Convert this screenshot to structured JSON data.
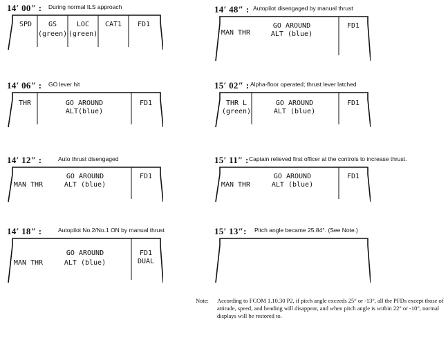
{
  "panels": [
    {
      "time": "14′ 00″ :",
      "caption": "During normal ILS approach",
      "modes": {
        "spd": "SPD",
        "gs": "GS",
        "gs_color": "(green)",
        "loc": "LOC",
        "loc_color": "(green)",
        "cat": "CAT1",
        "fd": "FD1"
      }
    },
    {
      "time": "14′ 06″ :",
      "caption": "GO lever hit",
      "modes": {
        "thrust": "THR",
        "vertical": "GO AROUND",
        "lateral": "ALT(blue)",
        "fd": "FD1"
      }
    },
    {
      "time": "14′ 12″ :",
      "caption": "Auto thrust disengaged",
      "modes": {
        "thrust": "MAN THR",
        "vertical": "GO AROUND",
        "lateral": "ALT (blue)",
        "fd": "FD1"
      }
    },
    {
      "time": "14′ 18″ :",
      "caption": "Autopilot No.2/No.1 ON by manual thrust",
      "modes": {
        "thrust": "MAN THR",
        "vertical": "GO AROUND",
        "lateral": "ALT (blue)",
        "fd": "FD1",
        "fd2": "DUAL"
      }
    },
    {
      "time": "14′ 48″ :",
      "caption": "Autopilot disengaged by manual thrust",
      "modes": {
        "thrust": "MAN THR",
        "vertical": "GO AROUND",
        "lateral": "ALT (blue)",
        "fd": "FD1"
      }
    },
    {
      "time": "15′ 02″ :",
      "caption": "Alpha-floor operated; thrust lever latched",
      "modes": {
        "thrust": "THR L",
        "thrust_color": "(green)",
        "vertical": "GO AROUND",
        "lateral": "ALT (blue)",
        "fd": "FD1"
      }
    },
    {
      "time": "15′ 11″ :",
      "caption": "Captain relieved first officer at the controls to increase thrust.",
      "modes": {
        "thrust": "MAN THR",
        "vertical": "GO AROUND",
        "lateral": "ALT (blue)",
        "fd": "FD1"
      }
    },
    {
      "time": "15′ 13″:",
      "caption": "Pitch angle became 25.84°. (See Note.)",
      "modes": {}
    }
  ],
  "note": {
    "label": "Note:",
    "text": "According to FCOM 1.10.30 P2, if pitch angle exceeds 25° or -13°, all the PFDs except those of attitude, speed, and heading will disappear, and when pitch angle is within 22° or -10°, normal displays will be restored to."
  }
}
